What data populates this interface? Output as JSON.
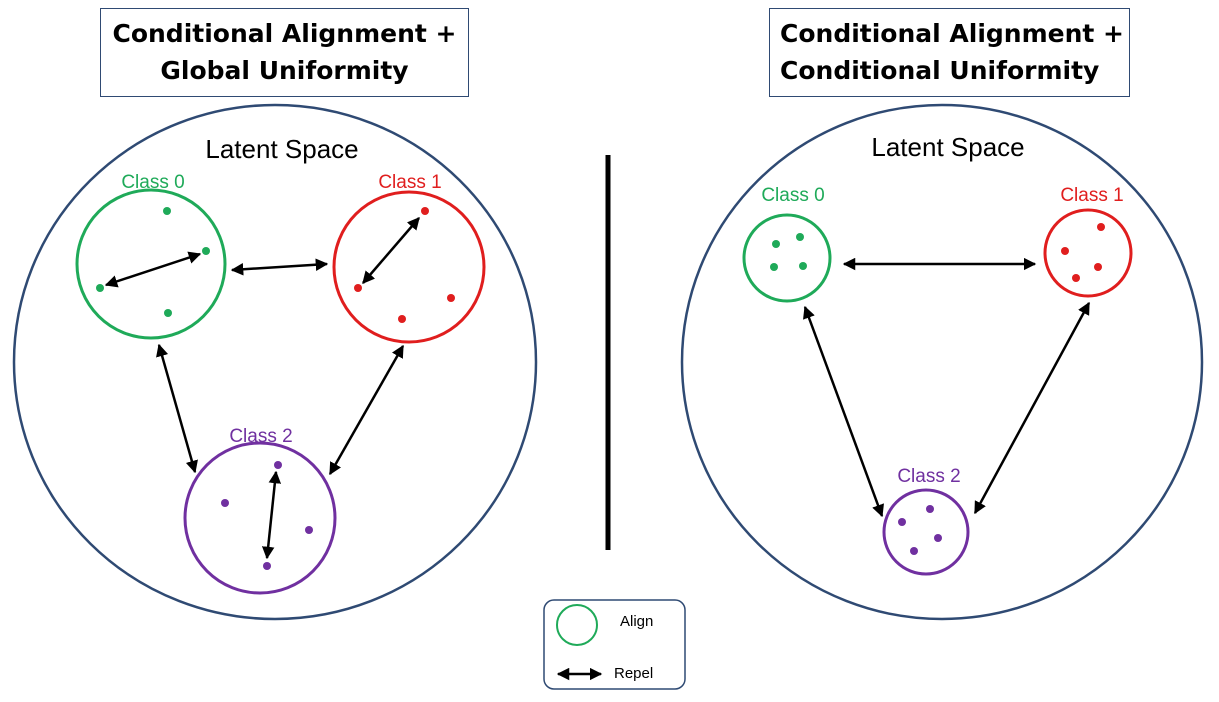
{
  "panels": [
    {
      "title_line1": "Conditional Alignment +",
      "title_line2": "Global Uniformity",
      "space_label": "Latent Space",
      "classes": [
        "Class 0",
        "Class 1",
        "Class 2"
      ]
    },
    {
      "title_line1": "Conditional Alignment +",
      "title_line2": "Conditional Uniformity",
      "space_label": "Latent Space",
      "classes": [
        "Class 0",
        "Class 1",
        "Class 2"
      ]
    }
  ],
  "legend": {
    "align_label": "Align",
    "repel_label": "Repel"
  },
  "colors": {
    "class0": "#1faa59",
    "class1": "#e01e1e",
    "class2": "#7030a0",
    "space_border": "#2f4a73",
    "arrow": "#000000"
  }
}
